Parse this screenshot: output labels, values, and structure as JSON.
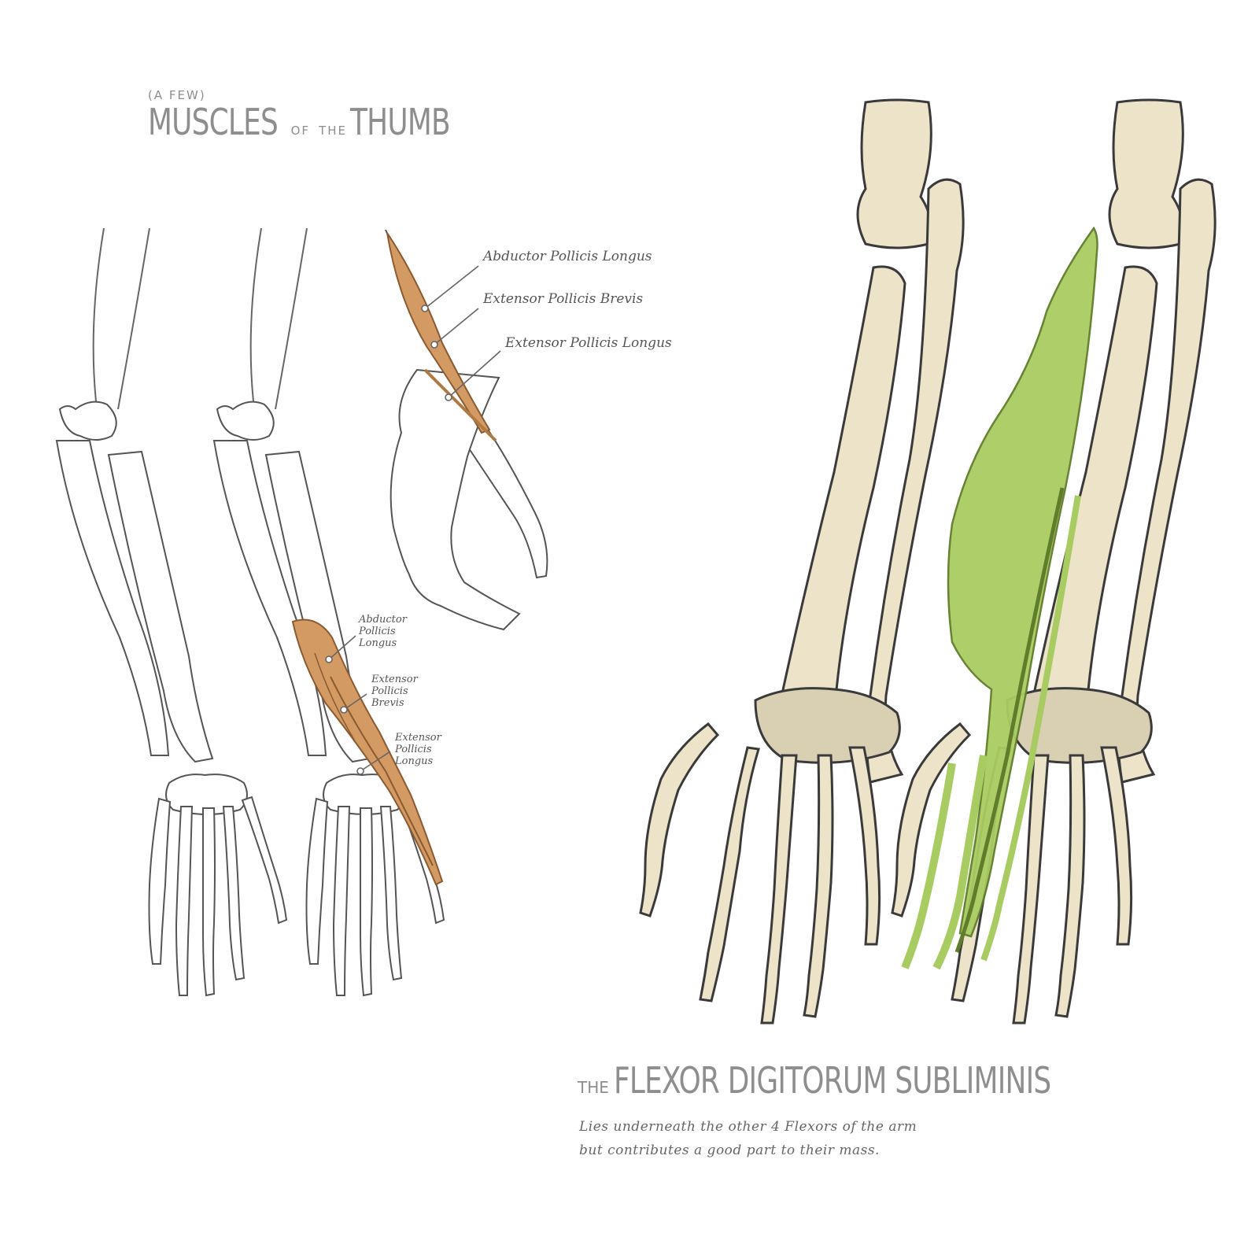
{
  "thumb_section": {
    "prefix": "(A FEW)",
    "title_main": "MUSCLES",
    "title_of": "OF",
    "title_the": "THE",
    "title_end": "THUMB"
  },
  "thumb_labels_top": [
    "Abductor Pollicis Longus",
    "Extensor Pollicis Brevis",
    "Extensor Pollicis Longus"
  ],
  "thumb_labels_side": [
    [
      "Abductor",
      "Pollicis",
      "Longus"
    ],
    [
      "Extensor",
      "Pollicis",
      "Brevis"
    ],
    [
      "Extensor",
      "Pollicis",
      "Longus"
    ]
  ],
  "flexor_section": {
    "prefix": "THE",
    "title": "FLEXOR DIGITORUM SUBLIMINIS",
    "note_line1": "Lies underneath the other 4 Flexors of the arm",
    "note_line2": "but contributes a good part to their mass."
  },
  "colors": {
    "bone_fill": "#ece3c9",
    "bone_outline": "#3a3a3a",
    "sketch_outline": "#555555",
    "muscle_orange": "#d49a64",
    "muscle_green": "#a9cc62",
    "title_gray": "#8e8e8e"
  }
}
